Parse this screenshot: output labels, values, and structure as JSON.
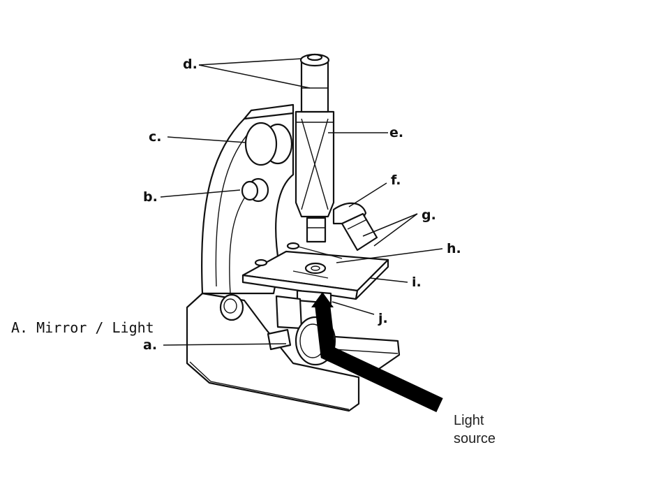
{
  "diagram": {
    "labels": {
      "a": "a.",
      "b": "b.",
      "c": "c.",
      "d": "d.",
      "e": "e.",
      "f": "f.",
      "g": "g.",
      "h": "h.",
      "i": "i.",
      "j": "j."
    },
    "light_source_line1": "Light",
    "light_source_line2": "source",
    "answer": "A.  Mirror / Light"
  },
  "colors": {
    "ink": "#111111",
    "background": "#ffffff",
    "arrow": "#000000"
  }
}
